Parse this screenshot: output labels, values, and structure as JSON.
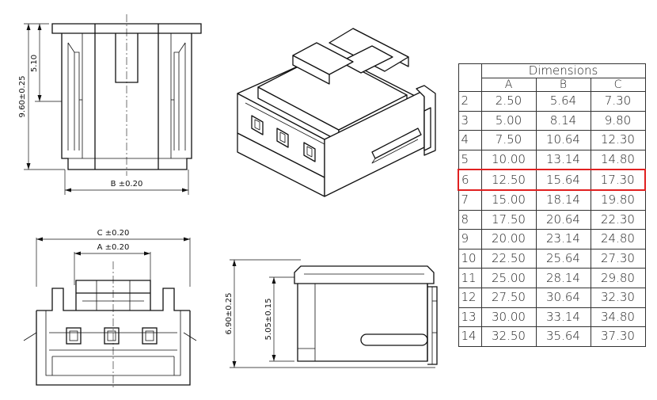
{
  "labels": {
    "height_total": "9.60±0.25",
    "height_inner": "5.10",
    "width_b": "B  ±0.20",
    "width_c": "C  ±0.20",
    "width_a": "A  ±0.20",
    "side_total": "6.90±0.25",
    "side_inner": "5.05±0.15"
  },
  "table": {
    "title": "Dimensions",
    "columns": [
      "A",
      "B",
      "C"
    ],
    "highlight_color": "#e02020",
    "highlight_pin": "6",
    "rows": [
      {
        "pin": "2",
        "a": "2.50",
        "b": "5.64",
        "c": "7.30"
      },
      {
        "pin": "3",
        "a": "5.00",
        "b": "8.14",
        "c": "9.80"
      },
      {
        "pin": "4",
        "a": "7.50",
        "b": "10.64",
        "c": "12.30"
      },
      {
        "pin": "5",
        "a": "10.00",
        "b": "13.14",
        "c": "14.80"
      },
      {
        "pin": "6",
        "a": "12.50",
        "b": "15.64",
        "c": "17.30"
      },
      {
        "pin": "7",
        "a": "15.00",
        "b": "18.14",
        "c": "19.80"
      },
      {
        "pin": "8",
        "a": "17.50",
        "b": "20.64",
        "c": "22.30"
      },
      {
        "pin": "9",
        "a": "20.00",
        "b": "23.14",
        "c": "24.80"
      },
      {
        "pin": "10",
        "a": "22.50",
        "b": "25.64",
        "c": "27.30"
      },
      {
        "pin": "11",
        "a": "25.00",
        "b": "28.14",
        "c": "29.80"
      },
      {
        "pin": "12",
        "a": "27.50",
        "b": "30.64",
        "c": "32.30"
      },
      {
        "pin": "13",
        "a": "30.00",
        "b": "33.14",
        "c": "34.80"
      },
      {
        "pin": "14",
        "a": "32.50",
        "b": "35.64",
        "c": "37.30"
      }
    ]
  }
}
